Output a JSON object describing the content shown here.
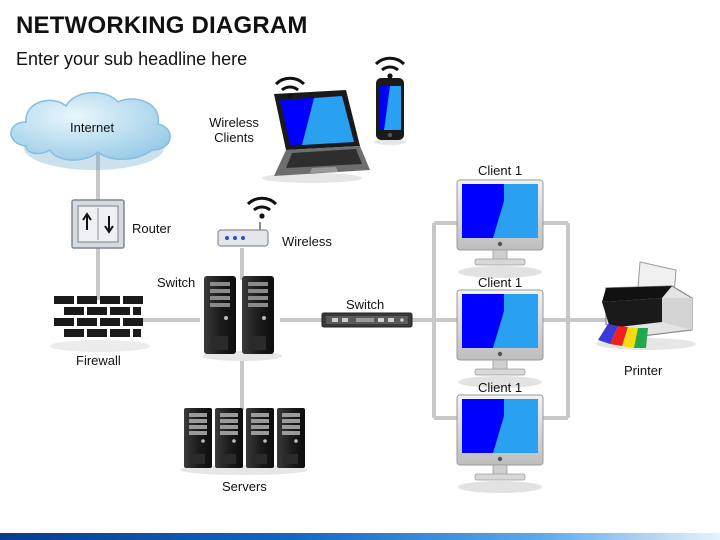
{
  "title": "NETWORKING DIAGRAM",
  "subtitle": "Enter your sub headline here",
  "labels": {
    "internet": "Internet",
    "router": "Router",
    "firewall": "Firewall",
    "switch_left": "Switch",
    "servers": "Servers",
    "wireless_clients_line1": "Wireless",
    "wireless_clients_line2": "Clients",
    "wireless": "Wireless",
    "switch_center": "Switch",
    "client_top": "Client 1",
    "client_middle": "Client 1",
    "client_bottom": "Client 1",
    "printer": "Printer"
  },
  "colors": {
    "connector": "#c8c8c8",
    "screen_blue": "#0000ff",
    "screen_light": "#2aa0f0",
    "cloud": "#a8d4ec",
    "brick": "#1a1a1a",
    "bottom_bar": "#1565c0"
  },
  "icons": [
    "cloud-icon",
    "router-icon",
    "firewall-icon",
    "server-tower-icon",
    "server-rack-icon",
    "laptop-icon",
    "smartphone-icon",
    "wireless-access-point-icon",
    "wifi-icon",
    "network-switch-icon",
    "monitor-icon",
    "printer-icon"
  ]
}
